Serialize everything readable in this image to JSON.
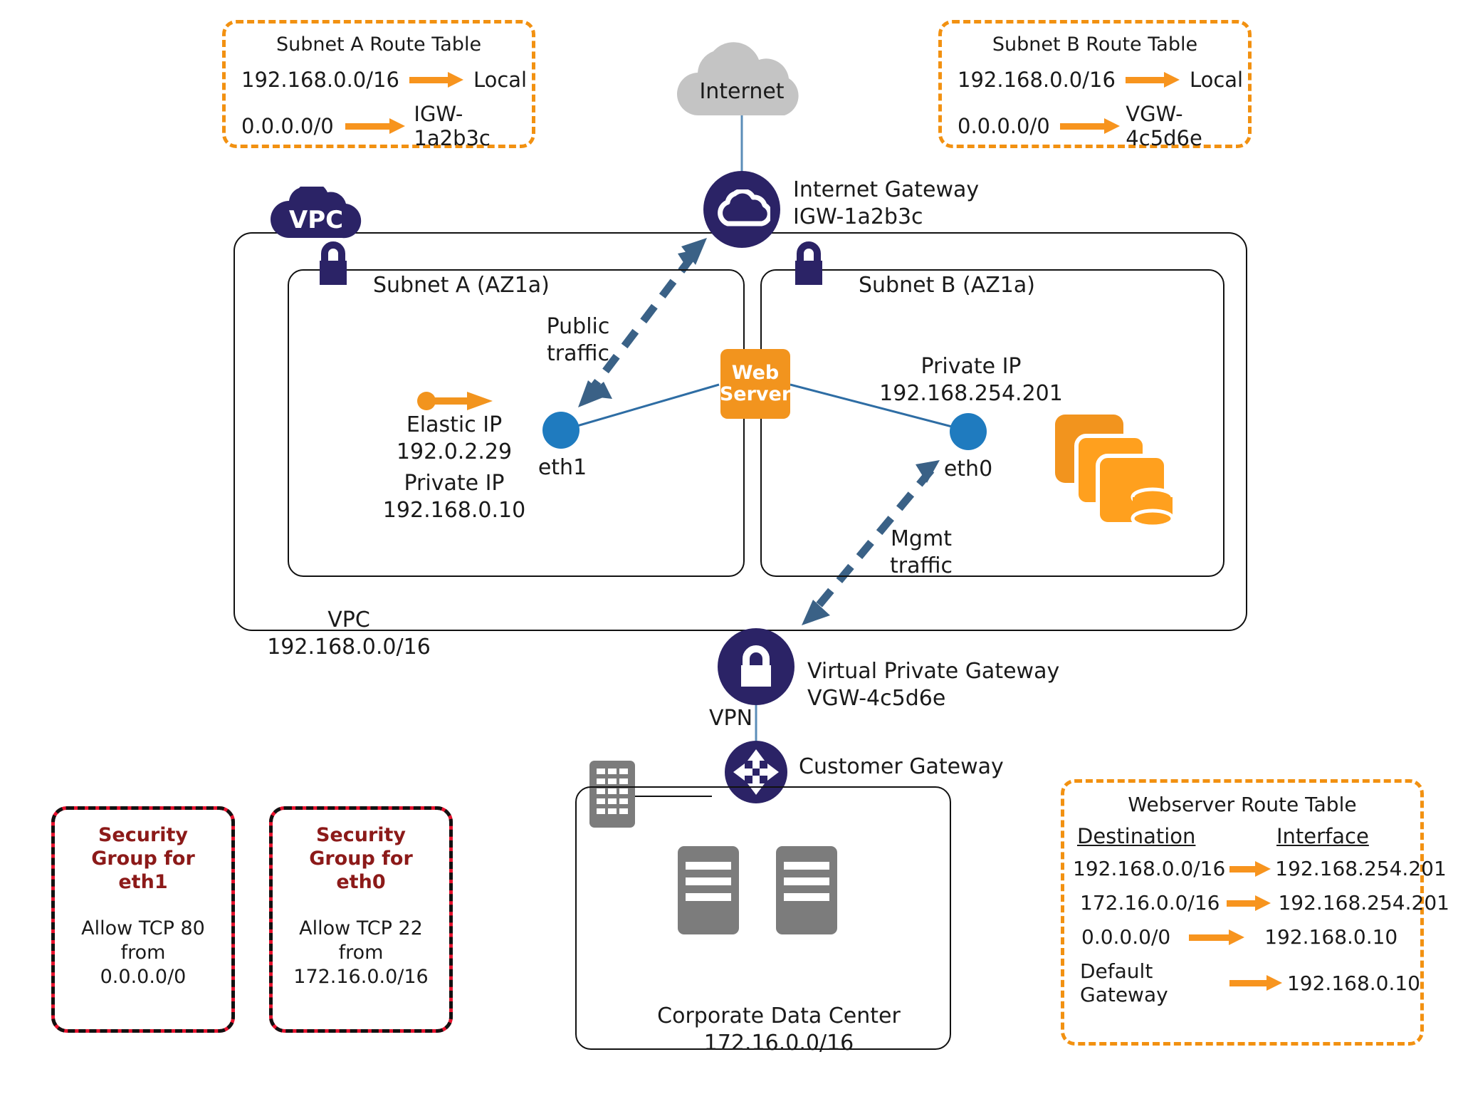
{
  "title": "AWS VPC with Public and Private Subnets and VPN",
  "colors": {
    "orange": "#F2941E",
    "navy": "#2B2366",
    "blue_nic": "#1F7BBF",
    "gray_cloud": "#C4C4C4",
    "gray_server": "#7C7C7C",
    "red_sg": "#E8112D",
    "dark_red_text": "#8C1A19",
    "line_blue": "#2E6DA4"
  },
  "internet": {
    "label": "Internet"
  },
  "internet_gateway": {
    "line1": "Internet Gateway",
    "line2": "IGW-1a2b3c",
    "icon": "cloud-icon"
  },
  "vpc": {
    "badge": "VPC",
    "label_line1": "VPC",
    "label_line2": "192.168.0.0/16"
  },
  "subnet_a": {
    "label": "Subnet A (AZ1a)",
    "elastic_ip_label": "Elastic IP",
    "elastic_ip_value": "192.0.2.29",
    "private_ip_label": "Private IP",
    "private_ip_value": "192.168.0.10",
    "nic_label": "eth1"
  },
  "subnet_b": {
    "label": "Subnet B (AZ1a)",
    "private_ip_label": "Private IP",
    "private_ip_value": "192.168.254.201",
    "nic_label": "eth0"
  },
  "web_server": {
    "line1": "Web",
    "line2": "Server"
  },
  "traffic_labels": {
    "public_line1": "Public",
    "public_line2": "traffic",
    "mgmt_line1": "Mgmt",
    "mgmt_line2": "traffic"
  },
  "vpn_gateway": {
    "line1": "Virtual Private Gateway",
    "line2": "VGW-4c5d6e",
    "vpn_label": "VPN",
    "icon": "padlock-icon"
  },
  "customer_gateway": {
    "label": "Customer Gateway",
    "icon": "four-way-arrow-icon"
  },
  "data_center": {
    "line1": "Corporate Data Center",
    "line2": "172.16.0.0/16"
  },
  "route_tables": [
    {
      "id": "subnet-a-route-table",
      "title": "Subnet A Route Table",
      "rows": [
        {
          "destination": "192.168.0.0/16",
          "target": "Local"
        },
        {
          "destination": "0.0.0.0/0",
          "target": "IGW-1a2b3c"
        }
      ]
    },
    {
      "id": "subnet-b-route-table",
      "title": "Subnet B Route Table",
      "rows": [
        {
          "destination": "192.168.0.0/16",
          "target": "Local"
        },
        {
          "destination": "0.0.0.0/0",
          "target": "VGW-4c5d6e"
        }
      ]
    }
  ],
  "webserver_route_table": {
    "title": "Webserver Route Table",
    "headers": {
      "destination": "Destination",
      "interface": "Interface"
    },
    "rows": [
      {
        "destination": "192.168.0.0/16",
        "interface": "192.168.254.201"
      },
      {
        "destination": "172.16.0.0/16",
        "interface": "192.168.254.201"
      },
      {
        "destination": "0.0.0.0/0",
        "interface": "192.168.0.10"
      },
      {
        "destination": "Default Gateway",
        "interface": "192.168.0.10"
      }
    ]
  },
  "security_groups": [
    {
      "id": "security-group-eth1",
      "title_line1": "Security",
      "title_line2": "Group for",
      "title_line3": "eth1",
      "body_line1": "Allow TCP 80",
      "body_line2": "from",
      "body_line3": "0.0.0.0/0"
    },
    {
      "id": "security-group-eth0",
      "title_line1": "Security",
      "title_line2": "Group for",
      "title_line3": "eth0",
      "body_line1": "Allow TCP 22",
      "body_line2": "from",
      "body_line3": "172.16.0.0/16"
    }
  ]
}
